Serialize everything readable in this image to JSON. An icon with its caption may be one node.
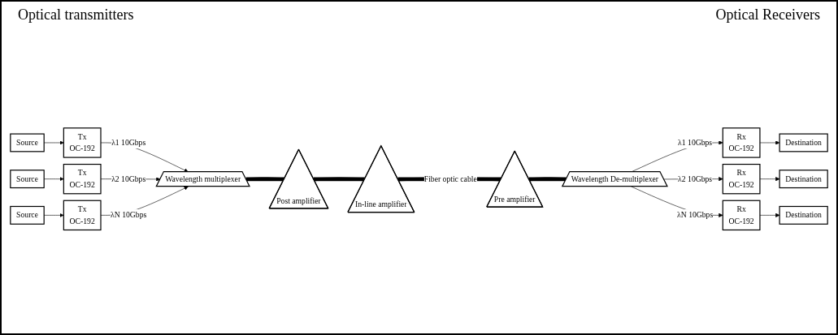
{
  "diagram": {
    "nodes": [
      {
        "text": [
          "Source"
        ]
      },
      {
        "text": [
          "Tx",
          "OC-192"
        ]
      },
      {
        "text": [
          "Source"
        ]
      },
      {
        "text": [
          "Tx",
          "OC-192"
        ]
      },
      {
        "text": [
          "Source"
        ]
      },
      {
        "text": [
          "Tx",
          "OC-192"
        ]
      },
      {
        "text": [
          "Wavelength multiplexer"
        ]
      },
      {
        "text": [
          "Post amplifier"
        ]
      },
      {
        "text": [
          "In-line amplifier"
        ]
      },
      {
        "text": [
          "Pre amplifier"
        ]
      },
      {
        "text": [
          "Wavelength De-multiplexer"
        ]
      },
      {
        "text": [
          "Rx",
          "OC-192"
        ]
      },
      {
        "text": [
          "Destination"
        ]
      },
      {
        "text": [
          "Rx",
          "OC-192"
        ]
      },
      {
        "text": [
          "Destination"
        ]
      },
      {
        "text": [
          "Rx",
          "OC-192"
        ]
      },
      {
        "text": [
          "Destination"
        ]
      }
    ],
    "edges": [
      {
        "from": 0,
        "to": 1,
        "arrow": "to"
      },
      {
        "from": 2,
        "to": 3,
        "arrow": "to"
      },
      {
        "from": 4,
        "to": 5,
        "arrow": "to"
      },
      {
        "from": 1,
        "to": 6,
        "arrow": "to",
        "label": "λ1 10Gbps"
      },
      {
        "from": 3,
        "to": 6,
        "arrow": "to",
        "label": "λ2 10Gbps"
      },
      {
        "from": 5,
        "to": 6,
        "arrow": "to",
        "label": "λN 10Gbps"
      },
      {
        "from": 6,
        "to": 7,
        "arrow": "none",
        "style": "thick"
      },
      {
        "from": 7,
        "to": 8,
        "arrow": "none",
        "style": "thick"
      },
      {
        "from": 8,
        "to": 9,
        "arrow": "none",
        "style": "thick",
        "label": "Fiber optic cable"
      },
      {
        "from": 9,
        "to": 10,
        "arrow": "none",
        "style": "thick"
      },
      {
        "from": 10,
        "to": 11,
        "arrow": "to",
        "label": "λ1 10Gbps"
      },
      {
        "from": 10,
        "to": 13,
        "arrow": "to",
        "label": "λ2 10Gbps"
      },
      {
        "from": 10,
        "to": 15,
        "arrow": "to",
        "label": "λN 10Gbps"
      },
      {
        "from": 11,
        "to": 12,
        "arrow": "to"
      },
      {
        "from": 13,
        "to": 14,
        "arrow": "to"
      },
      {
        "from": 15,
        "to": 16,
        "arrow": "to"
      }
    ],
    "labels": [
      "Optical transmitters",
      "Optical Receivers"
    ]
  }
}
